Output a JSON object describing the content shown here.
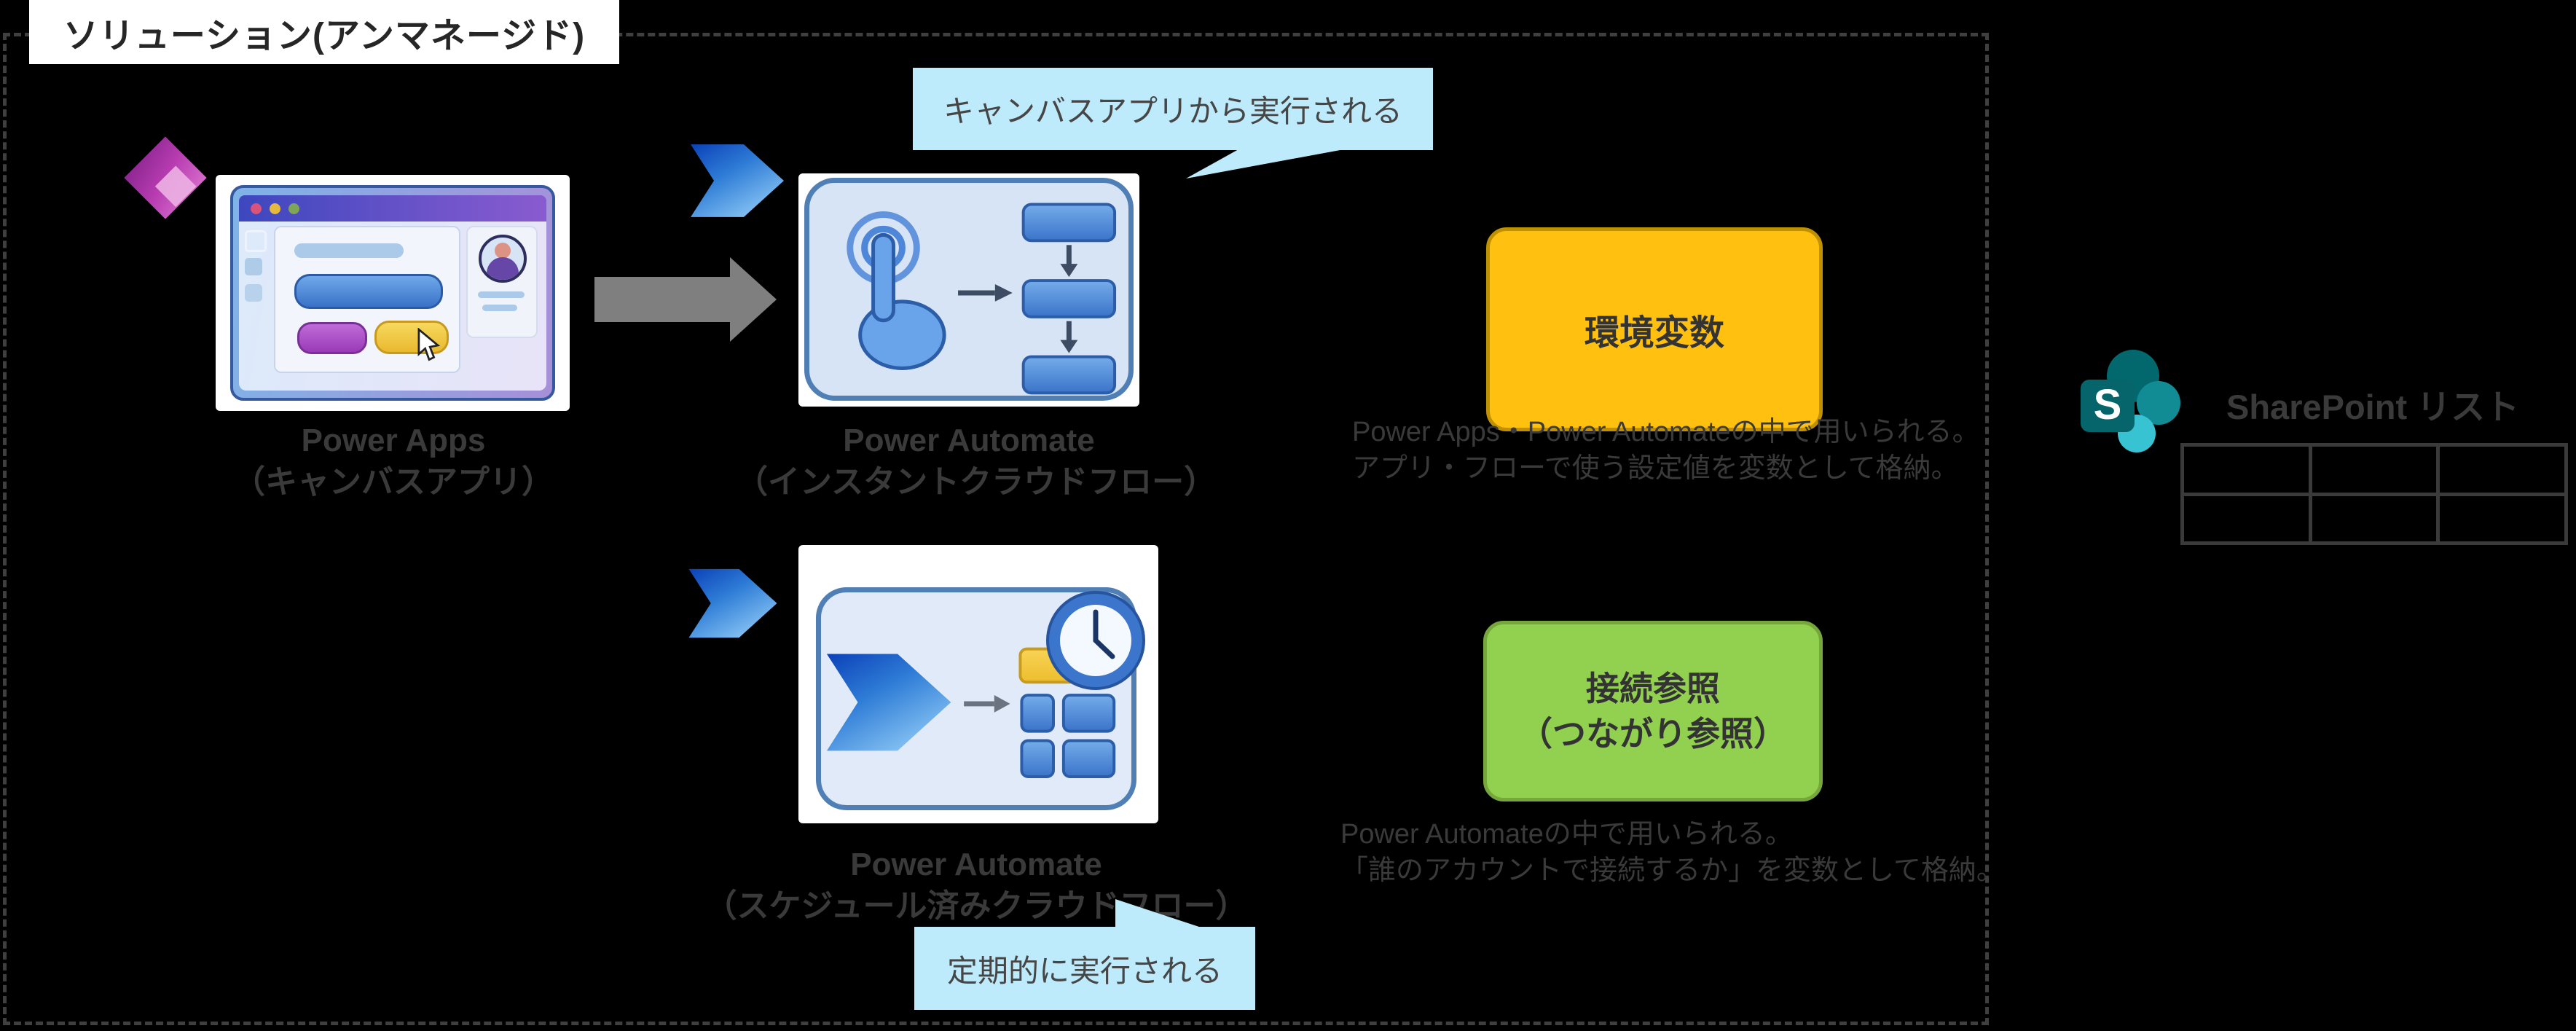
{
  "solution": {
    "label": "ソリューション(アンマネージド)"
  },
  "nodes": {
    "power_apps": {
      "title": "Power Apps",
      "subtitle": "（キャンバスアプリ）"
    },
    "flow_instant": {
      "title": "Power Automate",
      "subtitle": "（インスタントクラウドフロー）"
    },
    "flow_scheduled": {
      "title": "Power Automate",
      "subtitle": "（スケジュール済みクラウドフロー）"
    }
  },
  "callouts": {
    "instant": "キャンバスアプリから実行される",
    "scheduled": "定期的に実行される"
  },
  "env_var": {
    "title": "環境変数",
    "desc_line1": "Power Apps・Power Automateの中で用いられる。",
    "desc_line2": "アプリ・フローで使う設定値を変数として格納。"
  },
  "conn_ref": {
    "title_line1": "接続参照",
    "title_line2": "（つながり参照）",
    "desc_line1": "Power Automateの中で用いられる。",
    "desc_line2": "「誰のアカウントで接続するか」を変数として格納。"
  },
  "sharepoint": {
    "title": "SharePoint リスト",
    "icon_letter": "S",
    "table": {
      "rows": 2,
      "cols": 3
    }
  },
  "colors": {
    "background": "#000000",
    "dashed_border": "#3F3F3F",
    "callout_blue": "#BEEBFB",
    "env_orange": "#FFC010",
    "env_orange_border": "#BF9000",
    "conn_green": "#92D050",
    "conn_green_border": "#76A73C",
    "arrow_gray": "#7F7F7F",
    "text_gray": "#3A3A3A"
  }
}
